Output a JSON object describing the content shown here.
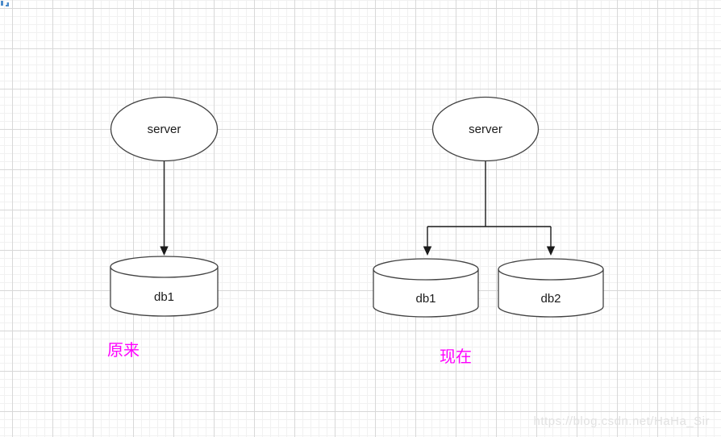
{
  "canvas": {
    "background": "#ffffff",
    "grid_minor_color": "#f1f1f1",
    "grid_major_color": "#d8d8d8"
  },
  "corner_glyph": {
    "color": "#4a8ac9"
  },
  "before": {
    "server_label": "server",
    "db_label": "db1",
    "caption": "原来"
  },
  "after": {
    "server_label": "server",
    "db1_label": "db1",
    "db2_label": "db2",
    "caption": "现在"
  },
  "watermark": {
    "text": "https://blog.csdn.net/HaHa_Sir",
    "color": "#e2e2e2"
  },
  "colors": {
    "caption": "#ff00ff",
    "node_text": "#1a1a1a",
    "node_stroke": "#424242",
    "arrow": "#1a1a1a"
  }
}
